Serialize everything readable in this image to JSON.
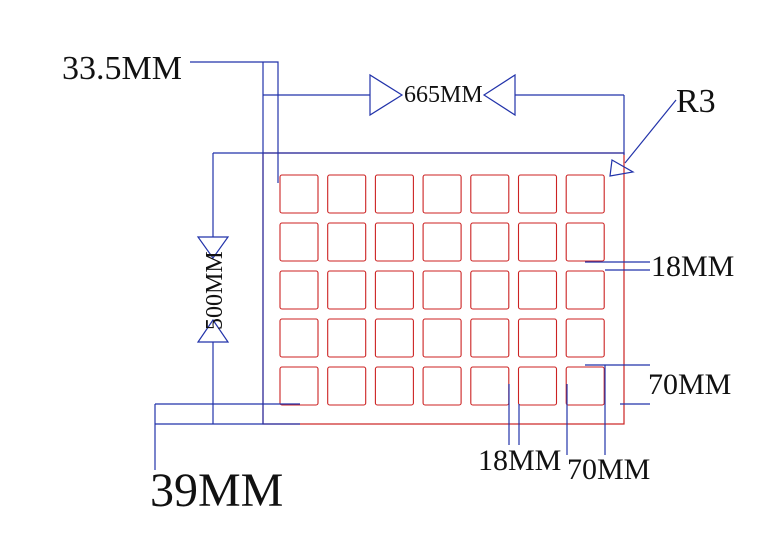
{
  "labels": {
    "top_left_dim": "33.5MM",
    "width_dim": "665MM",
    "radius": "R3",
    "height_dim": "500MM",
    "right_cell_dim": "18MM",
    "right_pitch_dim": "70MM",
    "bottom_gap_dim": "18MM",
    "bottom_pitch_dim": "70MM",
    "bottom_left_dim": "39MM"
  },
  "grid": {
    "rows": 5,
    "columns": 7
  },
  "colors": {
    "outline": "#cc2222",
    "dimension": "#2233aa",
    "text": "#111111"
  }
}
